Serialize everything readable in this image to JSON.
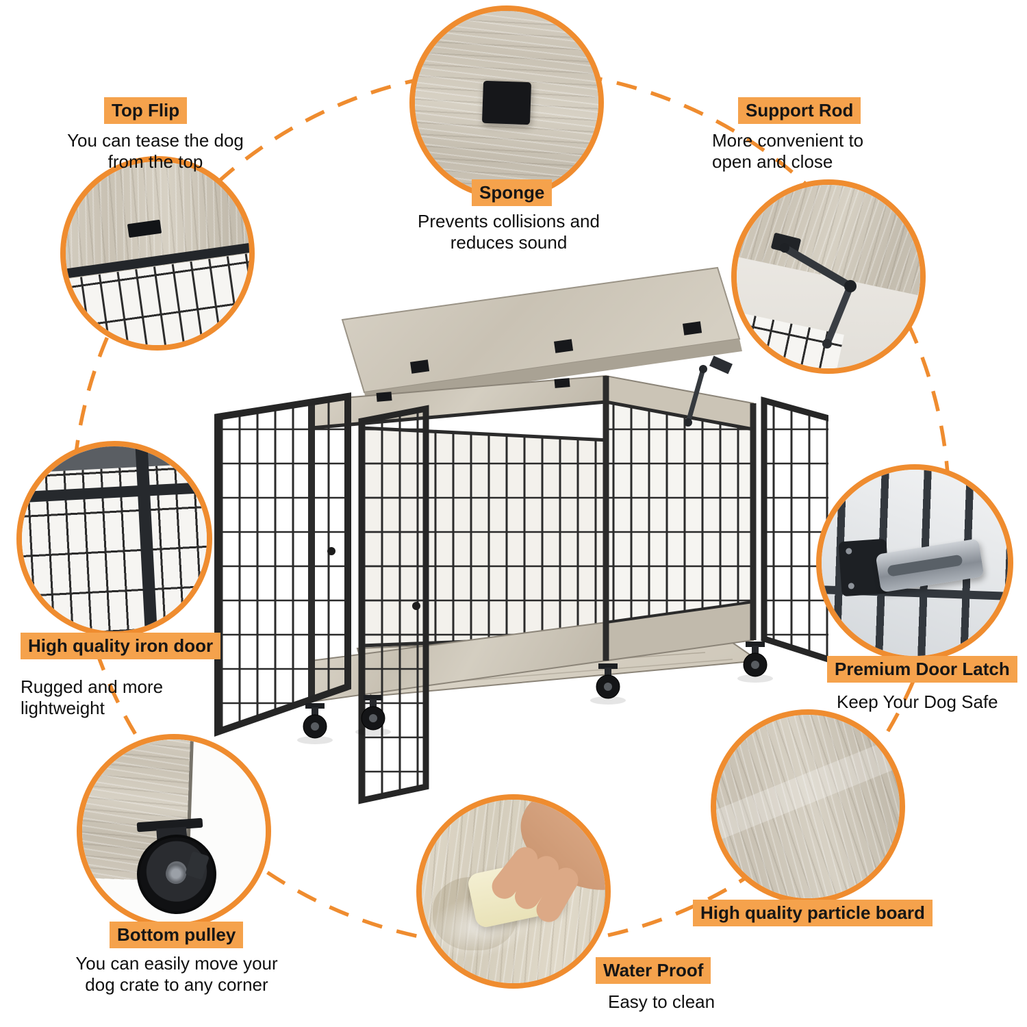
{
  "callouts": [
    {
      "id": "top-flip",
      "title": "Top Flip",
      "description": "You can tease the dog from the top"
    },
    {
      "id": "sponge",
      "title": "Sponge",
      "description": "Prevents collisions and reduces sound"
    },
    {
      "id": "support-rod",
      "title": "Support Rod",
      "description": "More convenient to open and close"
    },
    {
      "id": "iron-door",
      "title": "High quality iron door",
      "description": "Rugged and more lightweight"
    },
    {
      "id": "door-latch",
      "title": "Premium Door Latch",
      "description": "Keep Your Dog Safe"
    },
    {
      "id": "bottom-pulley",
      "title": "Bottom pulley",
      "description": "You can easily move your dog crate to any corner"
    },
    {
      "id": "water-proof",
      "title": "Water Proof",
      "description": "Easy to clean"
    },
    {
      "id": "particle-board",
      "title": "High quality particle board",
      "description": ""
    }
  ],
  "colors": {
    "accent_orange": "#ef8c2f",
    "label_background": "#f5a24c",
    "wire_black": "#2b2b2b",
    "wood_gray": "#cdc6b8"
  }
}
